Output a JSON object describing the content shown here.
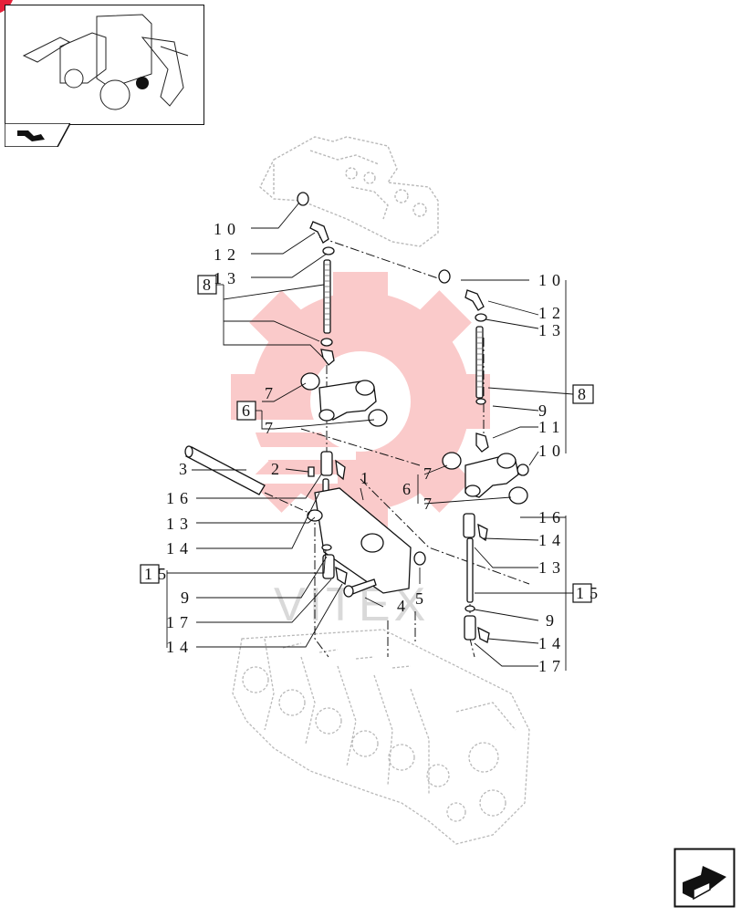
{
  "diagram": {
    "callouts": {
      "left": {
        "n10": "10",
        "n12": "12",
        "n13": "13",
        "n8": "8",
        "n7a": "7",
        "n6": "6",
        "n7b": "7",
        "n3": "3",
        "n2": "2",
        "n1": "1",
        "n16": "16",
        "n13b": "13",
        "n14": "14",
        "n15": "15",
        "n9": "9",
        "n17": "17",
        "n14b": "14",
        "n4": "4",
        "n5": "5"
      },
      "right": {
        "n10": "10",
        "n12": "12",
        "n13": "13",
        "n8": "8",
        "n9": "9",
        "n11": "11",
        "n10b": "10",
        "n7a": "7",
        "n6": "6",
        "n7b": "7",
        "n16": "16",
        "n14": "14",
        "n13b": "13",
        "n15": "15",
        "n9b": "9",
        "n14b": "14",
        "n17": "17"
      }
    },
    "colors": {
      "line": "#111111",
      "ghost": "#b9b9b9",
      "watermark": "#f26a6a"
    },
    "icons": [
      "machine-thumbnail-icon",
      "page-tab-icon",
      "next-page-icon",
      "watermark-gear-icon"
    ]
  }
}
